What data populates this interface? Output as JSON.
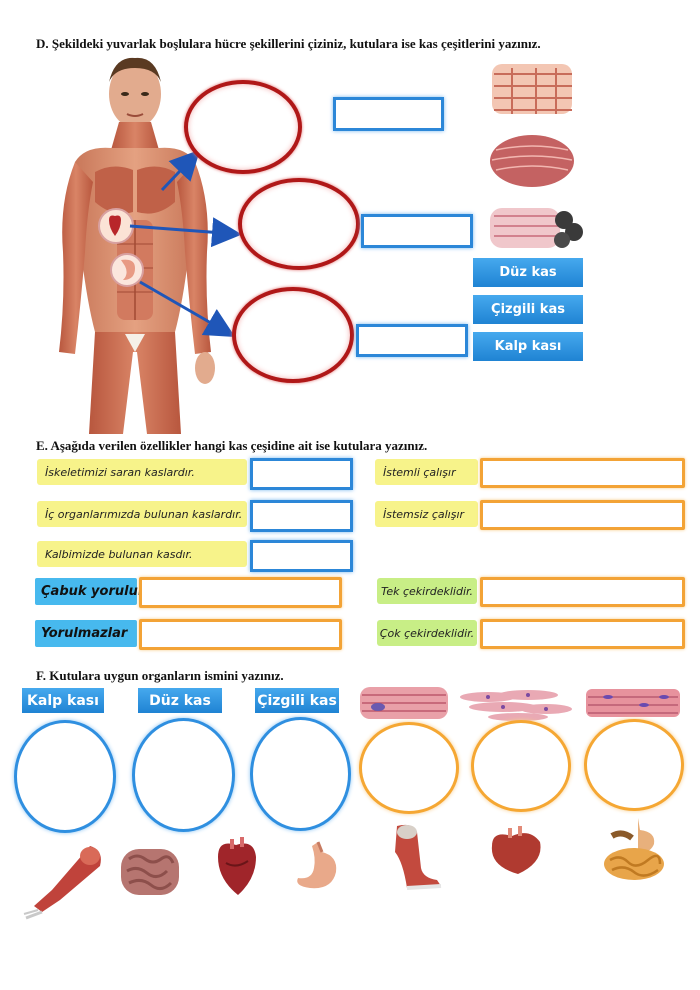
{
  "section_d": {
    "heading": "D. Şekildeki yuvarlak boşlulara hücre şekillerini çiziniz, kutulara ise kas çeşitlerini yazınız.",
    "labels": [
      "Düz kas",
      "Çizgili kas",
      "Kalp kası"
    ]
  },
  "section_e": {
    "heading": "E. Aşağıda verilen özellikler hangi kas çeşidine ait ise kutulara yazınız.",
    "left_items": [
      "İskeletimizi saran kaslardır.",
      "İç organlarımızda bulunan kaslardır.",
      "Kalbimizde bulunan kasdır."
    ],
    "right_items": [
      "İstemli çalışır",
      "İstemsiz çalışır"
    ],
    "cyan_items": [
      "Çabuk yorulur",
      "Yorulmazlar"
    ],
    "green_items": [
      "Tek çekirdeklidir.",
      "Çok çekirdeklidir."
    ]
  },
  "section_f": {
    "heading": "F. Kutulara uygun organların ismini yazınız.",
    "labels": [
      "Kalp kası",
      "Düz kas",
      "Çizgili kas"
    ]
  },
  "colors": {
    "red_ring": "#b01818",
    "blue_box": "#2c87d8",
    "orange_box": "#f3a336",
    "yellow_label": "#f7f38a",
    "green_label": "#c8ee86",
    "cyan_label": "#47b9ee"
  },
  "icons": [
    "human-muscle-figure",
    "heart-icon",
    "stomach-icon",
    "cardiac-muscle-tissue",
    "smooth-muscle-tissue",
    "skeletal-muscle-tissue",
    "arm-muscle-icon",
    "intestine-icon",
    "leg-muscle-icon",
    "digestive-system-icon"
  ]
}
